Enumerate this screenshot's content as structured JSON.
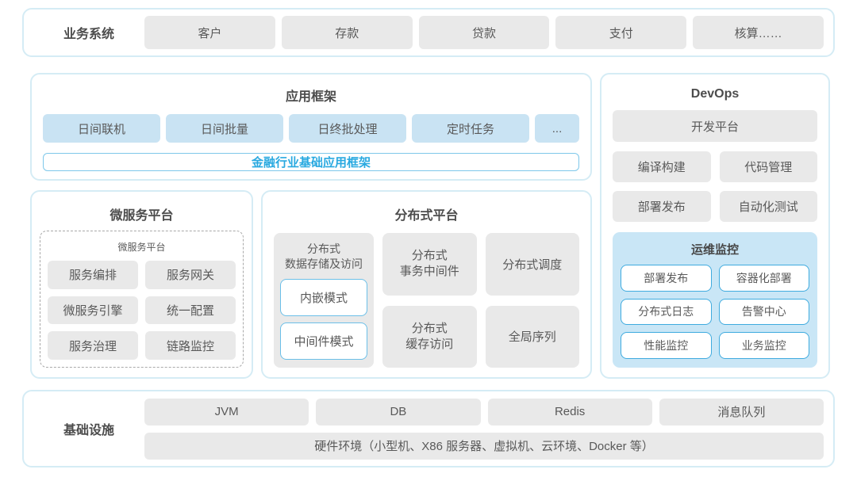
{
  "colors": {
    "frame_border": "#d5ecf5",
    "gray_box": "#e9e9e9",
    "light_blue_box": "#c9e3f3",
    "monitor_panel": "#c9e6f6",
    "accent_blue": "#29a9e0",
    "text": "#595959"
  },
  "business": {
    "label": "业务系统",
    "items": [
      "客户",
      "存款",
      "贷款",
      "支付",
      "核算……"
    ]
  },
  "app_framework": {
    "title": "应用框架",
    "items": [
      "日间联机",
      "日间批量",
      "日终批处理",
      "定时任务",
      "..."
    ],
    "base": "金融行业基础应用框架"
  },
  "microservice": {
    "title": "微服务平台",
    "inner_title": "微服务平台",
    "items": [
      "服务编排",
      "服务网关",
      "微服务引擎",
      "统一配置",
      "服务治理",
      "链路监控"
    ]
  },
  "distributed": {
    "title": "分布式平台",
    "storage": {
      "title": "分布式\n数据存储及访问",
      "modes": [
        "内嵌模式",
        "中间件模式"
      ]
    },
    "items": [
      "分布式\n事务中间件",
      "分布式\n缓存访问",
      "分布式调度",
      "全局序列"
    ]
  },
  "devops": {
    "title": "DevOps",
    "platform": "开发平台",
    "items": [
      "编译构建",
      "代码管理",
      "部署发布",
      "自动化测试"
    ],
    "monitor": {
      "title": "运维监控",
      "items": [
        "部署发布",
        "容器化部署",
        "分布式日志",
        "告警中心",
        "性能监控",
        "业务监控"
      ]
    }
  },
  "infrastructure": {
    "label": "基础设施",
    "items": [
      "JVM",
      "DB",
      "Redis",
      "消息队列"
    ],
    "hardware": "硬件环境（小型机、X86 服务器、虚拟机、云环境、Docker 等）"
  }
}
